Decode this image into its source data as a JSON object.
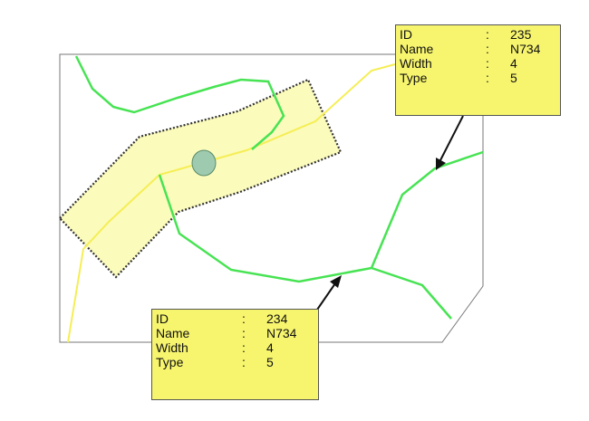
{
  "colors": {
    "background": "#ffffff",
    "boundary": "#777777",
    "road_yellow": "#f5ee55",
    "stream_green": "#47e353",
    "buffer_fill": "#fafab0",
    "buffer_outline": "#333333",
    "point_fill": "#9ecbb0",
    "callout_fill": "#f7f56e",
    "arrow": "#111111"
  },
  "callouts": [
    {
      "name": "callout-top",
      "fields": [
        {
          "key": "ID",
          "sep": ":",
          "value": "235"
        },
        {
          "key": "Name",
          "sep": ":",
          "value": "N734"
        },
        {
          "key": "Width",
          "sep": ":",
          "value": "4"
        },
        {
          "key": "Type",
          "sep": ":",
          "value": "5"
        }
      ]
    },
    {
      "name": "callout-bottom",
      "fields": [
        {
          "key": "ID",
          "sep": ":",
          "value": "234"
        },
        {
          "key": "Name",
          "sep": ":",
          "value": "N734"
        },
        {
          "key": "Width",
          "sep": ":",
          "value": "4"
        },
        {
          "key": "Type",
          "sep": ":",
          "value": "5"
        }
      ]
    }
  ]
}
